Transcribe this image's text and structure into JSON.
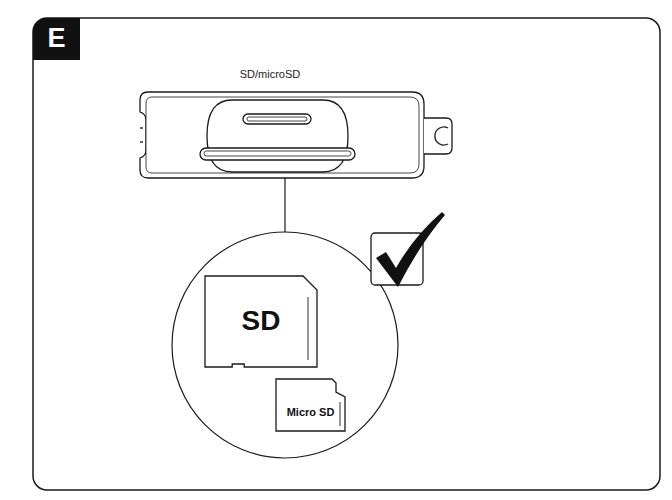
{
  "diagram": {
    "nodes": [
      {
        "text": [
          "E"
        ]
      },
      {
        "text": [
          "SD"
        ]
      },
      {
        "text": [
          "Micro SD"
        ]
      }
    ],
    "labels": [
      "SD/microSD"
    ]
  }
}
